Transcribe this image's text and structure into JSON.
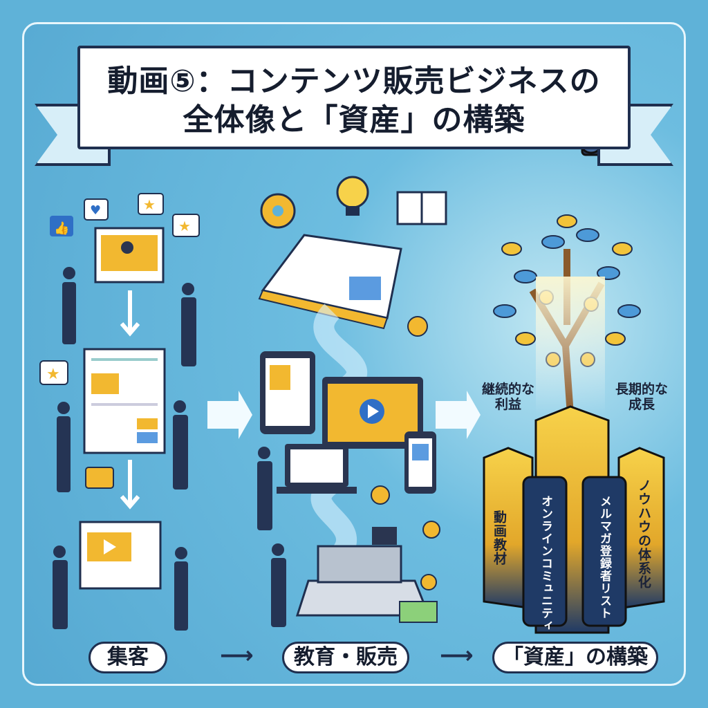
{
  "title": {
    "line1": "動画⑤：コンテンツ販売ビジネスの",
    "line2": "全体像と「資産」の構築"
  },
  "steps": [
    {
      "label": "集客"
    },
    {
      "label": "教育・販売"
    },
    {
      "label": "「資産」の構築"
    }
  ],
  "arrows": {
    "symbol": "⟶"
  },
  "asset": {
    "callouts": [
      {
        "text": "継続的な\n利益",
        "l1": "継続的な",
        "l2": "利益"
      },
      {
        "l1": "長期的な",
        "l2": "成長"
      }
    ],
    "pillars": [
      {
        "label": "動画教材"
      },
      {
        "label": "オンラインコミュニティ"
      },
      {
        "label": "メルマガ登録者リスト"
      },
      {
        "label": "ノウハウの体系化"
      }
    ]
  },
  "colors": {
    "background": "#5fb2d8",
    "navy": "#1f3a66",
    "gold": "#f2b830",
    "ink": "#1f2f4f"
  }
}
